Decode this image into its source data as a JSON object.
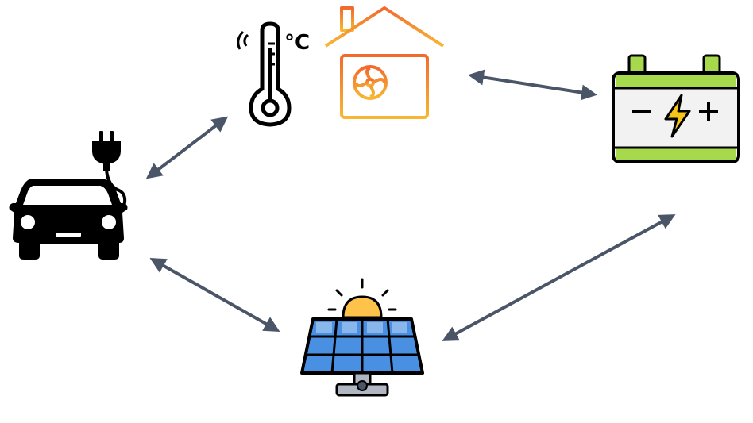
{
  "diagram": {
    "nodes": [
      {
        "id": "electric-car",
        "icon": "electric-car-icon"
      },
      {
        "id": "heat-pump",
        "icon": "heat-pump-house-icon"
      },
      {
        "id": "battery",
        "icon": "battery-icon"
      },
      {
        "id": "solar-panel",
        "icon": "solar-panel-icon"
      }
    ],
    "edges": [
      {
        "from": "electric-car",
        "to": "heat-pump",
        "direction": "both"
      },
      {
        "from": "heat-pump",
        "to": "battery",
        "direction": "both"
      },
      {
        "from": "electric-car",
        "to": "solar-panel",
        "direction": "both"
      },
      {
        "from": "solar-panel",
        "to": "battery",
        "direction": "both"
      }
    ],
    "colors": {
      "arrow": "#4a5568",
      "heat_pump_gradient_top": "#f26a2e",
      "heat_pump_gradient_bottom": "#f7b733",
      "battery_terminal": "#a6d94b",
      "battery_bolt": "#f5c518",
      "solar_cell": "#4a90e2",
      "sun": "#ffc24a"
    },
    "thermometer": {
      "unit_label": "°C"
    }
  }
}
